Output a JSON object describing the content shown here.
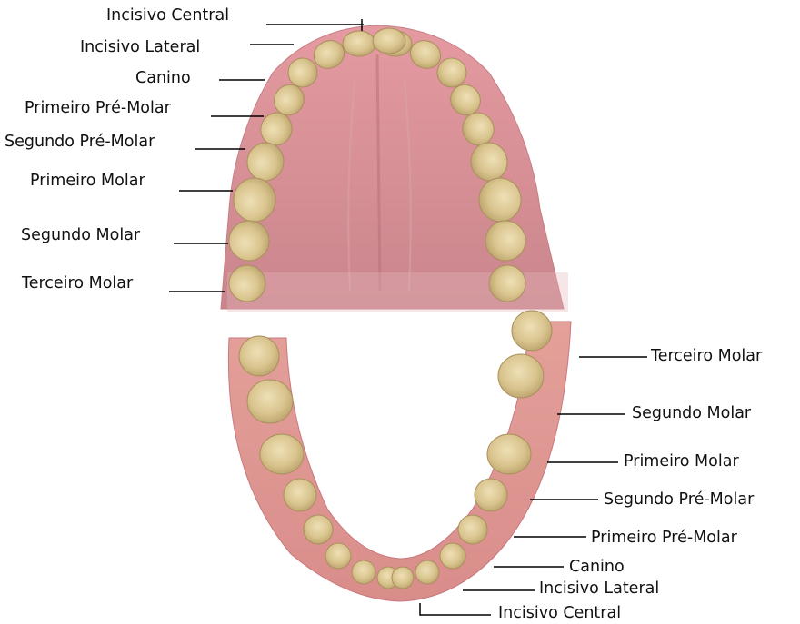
{
  "upper_arch": {
    "labels": [
      "Incisivo Central",
      "Incisivo Lateral",
      "Canino",
      "Primeiro Pré-Molar",
      "Segundo Pré-Molar",
      "Primeiro Molar",
      "Segundo Molar",
      "Terceiro Molar"
    ]
  },
  "lower_arch": {
    "labels": [
      "Terceiro Molar",
      "Segundo Molar",
      "Primeiro Molar",
      "Segundo Pré-Molar",
      "Primeiro Pré-Molar",
      "Canino",
      "Incisivo Lateral",
      "Incisivo Central"
    ]
  },
  "colors": {
    "gum": "#d8868a",
    "gum_dark": "#c06a70",
    "palate": "#c97a82",
    "tooth": "#e0cfa0",
    "tooth_shade": "#c7ad72",
    "leader_line": "#000000"
  }
}
